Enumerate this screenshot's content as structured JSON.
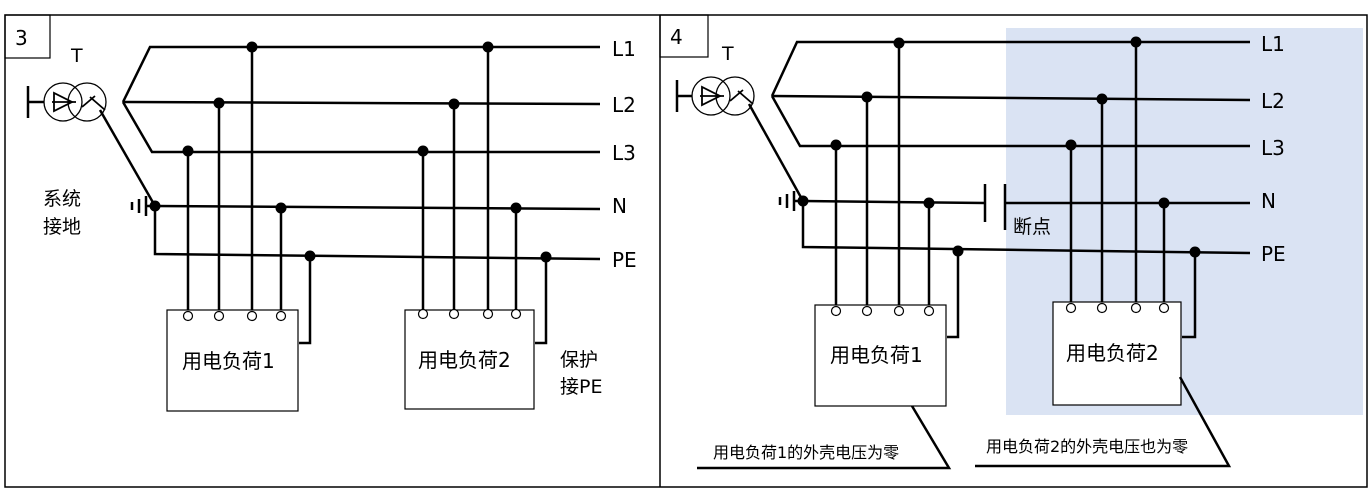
{
  "panel_left": {
    "number": "3",
    "transformer_label": "T",
    "lines": [
      "L1",
      "L2",
      "L3",
      "N",
      "PE"
    ],
    "ground_label_line1": "系统",
    "ground_label_line2": "接地",
    "load1_label": "用电负荷1",
    "load2_label": "用电负荷2",
    "protect_label_line1": "保护",
    "protect_label_line2": "接PE"
  },
  "panel_right": {
    "number": "4",
    "transformer_label": "T",
    "lines": [
      "L1",
      "L2",
      "L3",
      "N",
      "PE"
    ],
    "break_label": "断点",
    "load1_label": "用电负荷1",
    "load2_label": "用电负荷2",
    "note1": "用电负荷1的外壳电压为零",
    "note2": "用电负荷2的外壳电压也为零",
    "highlight_color": "#dae3f3"
  }
}
